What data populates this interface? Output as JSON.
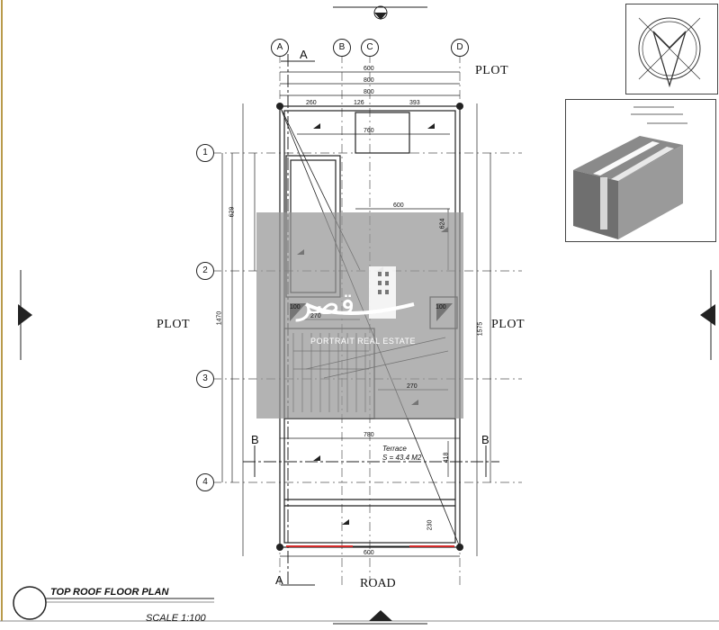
{
  "plan": {
    "plot_top": "PLOT",
    "plot_left": "PLOT",
    "plot_right": "PLOT",
    "road": "ROAD",
    "title": "TOP ROOF  FLOOR PLAN",
    "scale": "SCALE 1:100"
  },
  "grid": {
    "columns": [
      "A",
      "B",
      "C",
      "D"
    ],
    "rows": [
      "1",
      "2",
      "3",
      "4"
    ]
  },
  "sections": {
    "a_top": "A",
    "a_bottom": "A",
    "b_left": "B",
    "b_right": "B"
  },
  "dimensions": {
    "top_600": "600",
    "top_800a": "800",
    "top_800b": "800",
    "seg_260": "260",
    "seg_126": "126",
    "seg_393": "393",
    "inner_760": "760",
    "inner_600": "600",
    "inner_270a": "270",
    "inner_270b": "270",
    "lower_780": "780",
    "bottom_600": "600",
    "left_1470": "1470",
    "left_629": "629",
    "right_1575": "1575",
    "right_624": "624",
    "small_100a": "100",
    "small_100b": "100",
    "small_418": "418",
    "small_230": "230"
  },
  "terrace": {
    "label": "Terrace",
    "area": "S = 43.4 M2"
  },
  "watermark": {
    "logo_text": "قصر",
    "company": "PORTRAIT REAL ESTATE"
  },
  "colors": {
    "line": "#222222",
    "watermark": "#969696",
    "accent_red": "#d42a2a",
    "frame_gold": "#b99a4a"
  }
}
